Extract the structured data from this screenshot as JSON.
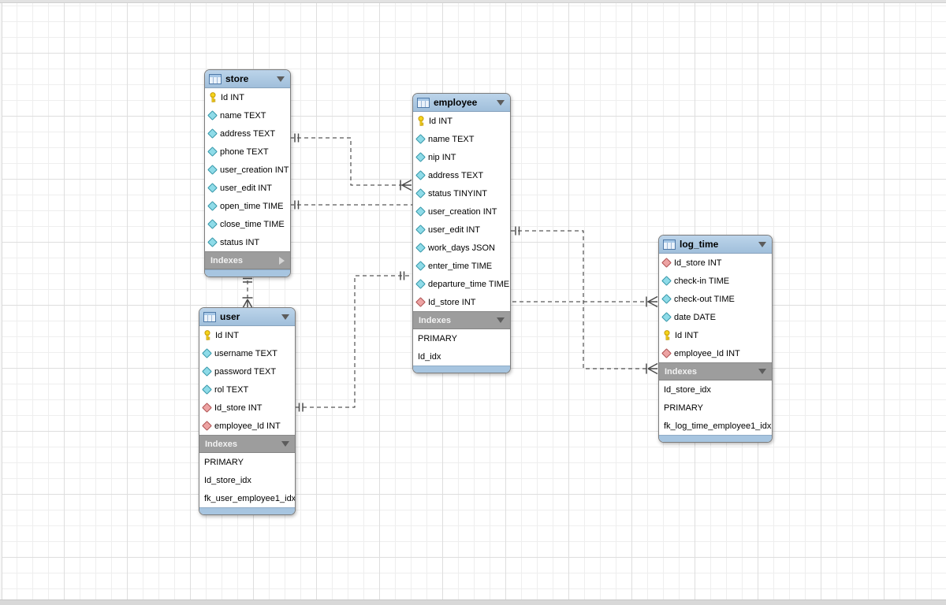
{
  "labels": {
    "indexes": "Indexes"
  },
  "palette": {
    "header_bg": "#aac6e1",
    "indexes_bar_bg": "#9d9d9d",
    "footer_bg": "#a7c5e0",
    "column_icon": "#8edbe8",
    "foreign_key_icon": "#eda3a3",
    "primary_key_icon": "#f6d41a",
    "grid_minor": "#eeeeee",
    "grid_major": "#dedede"
  },
  "tables": {
    "store": {
      "title": "store",
      "indexes_collapsed": true,
      "fields": [
        {
          "label": "Id INT",
          "icon": "primary-key"
        },
        {
          "label": "name TEXT",
          "icon": "column"
        },
        {
          "label": "address TEXT",
          "icon": "column"
        },
        {
          "label": "phone TEXT",
          "icon": "column"
        },
        {
          "label": "user_creation INT",
          "icon": "column"
        },
        {
          "label": "user_edit INT",
          "icon": "column"
        },
        {
          "label": "open_time TIME",
          "icon": "column"
        },
        {
          "label": "close_time TIME",
          "icon": "column"
        },
        {
          "label": "status INT",
          "icon": "column"
        }
      ],
      "indexes": []
    },
    "employee": {
      "title": "employee",
      "indexes_collapsed": false,
      "fields": [
        {
          "label": "Id INT",
          "icon": "primary-key"
        },
        {
          "label": "name TEXT",
          "icon": "column"
        },
        {
          "label": "nip INT",
          "icon": "column"
        },
        {
          "label": "address TEXT",
          "icon": "column"
        },
        {
          "label": "status TINYINT",
          "icon": "column"
        },
        {
          "label": "user_creation INT",
          "icon": "column"
        },
        {
          "label": "user_edit INT",
          "icon": "column"
        },
        {
          "label": "work_days JSON",
          "icon": "column"
        },
        {
          "label": "enter_time TIME",
          "icon": "column"
        },
        {
          "label": "departure_time TIME",
          "icon": "column"
        },
        {
          "label": "Id_store INT",
          "icon": "foreign-key"
        }
      ],
      "indexes": [
        "PRIMARY",
        "Id_idx"
      ]
    },
    "user": {
      "title": "user",
      "indexes_collapsed": false,
      "fields": [
        {
          "label": "Id INT",
          "icon": "primary-key"
        },
        {
          "label": "username TEXT",
          "icon": "column"
        },
        {
          "label": "password TEXT",
          "icon": "column"
        },
        {
          "label": "rol TEXT",
          "icon": "column"
        },
        {
          "label": "Id_store INT",
          "icon": "foreign-key"
        },
        {
          "label": "employee_Id INT",
          "icon": "foreign-key"
        }
      ],
      "indexes": [
        "PRIMARY",
        "Id_store_idx",
        "fk_user_employee1_idx"
      ]
    },
    "log_time": {
      "title": "log_time",
      "indexes_collapsed": false,
      "fields": [
        {
          "label": "Id_store INT",
          "icon": "foreign-key"
        },
        {
          "label": "check-in TIME",
          "icon": "column"
        },
        {
          "label": "check-out TIME",
          "icon": "column"
        },
        {
          "label": "date DATE",
          "icon": "column"
        },
        {
          "label": "Id INT",
          "icon": "primary-key"
        },
        {
          "label": "employee_Id INT",
          "icon": "foreign-key"
        }
      ],
      "indexes": [
        "Id_store_idx",
        "PRIMARY",
        "fk_log_time_employee1_idx"
      ]
    }
  },
  "relationships": [
    {
      "from": "store",
      "to": "employee",
      "from_cardinality": "one",
      "to_cardinality": "many",
      "style": "dashed"
    },
    {
      "from": "store",
      "to": "user",
      "from_cardinality": "one",
      "to_cardinality": "many",
      "style": "dashed"
    },
    {
      "from": "employee",
      "to": "user",
      "from_cardinality": "one",
      "to_cardinality": "one",
      "style": "dashed"
    },
    {
      "from": "store",
      "to": "log_time",
      "from_cardinality": "one",
      "to_cardinality": "many",
      "style": "dashed"
    },
    {
      "from": "employee",
      "to": "log_time",
      "from_cardinality": "one",
      "to_cardinality": "many",
      "style": "dashed"
    }
  ]
}
